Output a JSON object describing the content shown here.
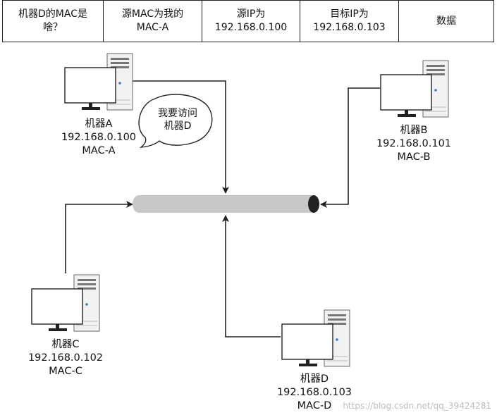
{
  "header": {
    "cells": [
      {
        "line1": "机器D的MAC是",
        "line2": "啥？"
      },
      {
        "line1": "源MAC为我的",
        "line2": "MAC-A"
      },
      {
        "line1": "源IP为",
        "line2": "192.168.0.100"
      },
      {
        "line1": "目标IP为",
        "line2": "192.168.0.103"
      },
      {
        "line1": "数据",
        "line2": ""
      }
    ]
  },
  "machines": {
    "a": {
      "name": "机器A",
      "ip": "192.168.0.100",
      "mac": "MAC-A"
    },
    "b": {
      "name": "机器B",
      "ip": "192.168.0.101",
      "mac": "MAC-B"
    },
    "c": {
      "name": "机器C",
      "ip": "192.168.0.102",
      "mac": "MAC-C"
    },
    "d": {
      "name": "机器D",
      "ip": "192.168.0.103",
      "mac": "MAC-D"
    }
  },
  "speech_bubble": {
    "line1": "我要访问",
    "line2": "机器D"
  },
  "watermark": "https://blog.csdn.net/qq_39424281",
  "colors": {
    "bus": "#c8c8c8",
    "line": "#222222",
    "screen_border": "#222222"
  }
}
